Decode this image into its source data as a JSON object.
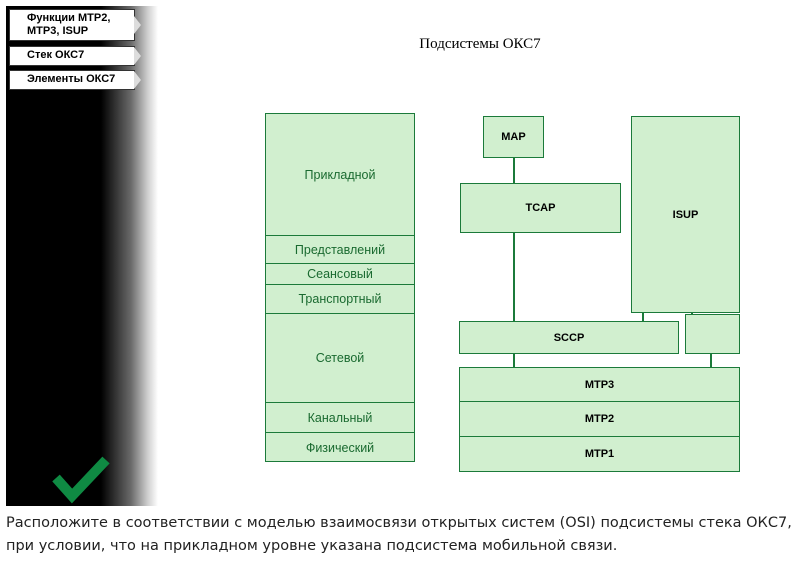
{
  "sidebar": {
    "nav": [
      {
        "label": "Функции МТР2, МТР3, ISUP"
      },
      {
        "label": "Стек ОКС7"
      },
      {
        "label": "Элементы ОКС7"
      }
    ],
    "check_icon": "checkmark-icon",
    "check_color": "#0f8a43"
  },
  "diagram": {
    "title": "Подсистемы ОКС7",
    "osi_layers": [
      "Прикладной",
      "Представлений",
      "Сеансовый",
      "Транспортный",
      "Сетевой",
      "Канальный",
      "Физический"
    ],
    "blocks": {
      "map": "MAP",
      "tcap": "TCAP",
      "isup": "ISUP",
      "sccp": "SCCP",
      "mtp3": "MTP3",
      "mtp2": "MTP2",
      "mtp1": "MTP1"
    },
    "colors": {
      "fill": "#d1efcf",
      "border": "#1b7a3a"
    }
  },
  "question": "Расположите в соответствии с моделью взаимосвязи открытых систем (OSI) подсистемы стека ОКС7, при условии, что на прикладном уровне указана подсистема мобильной связи."
}
